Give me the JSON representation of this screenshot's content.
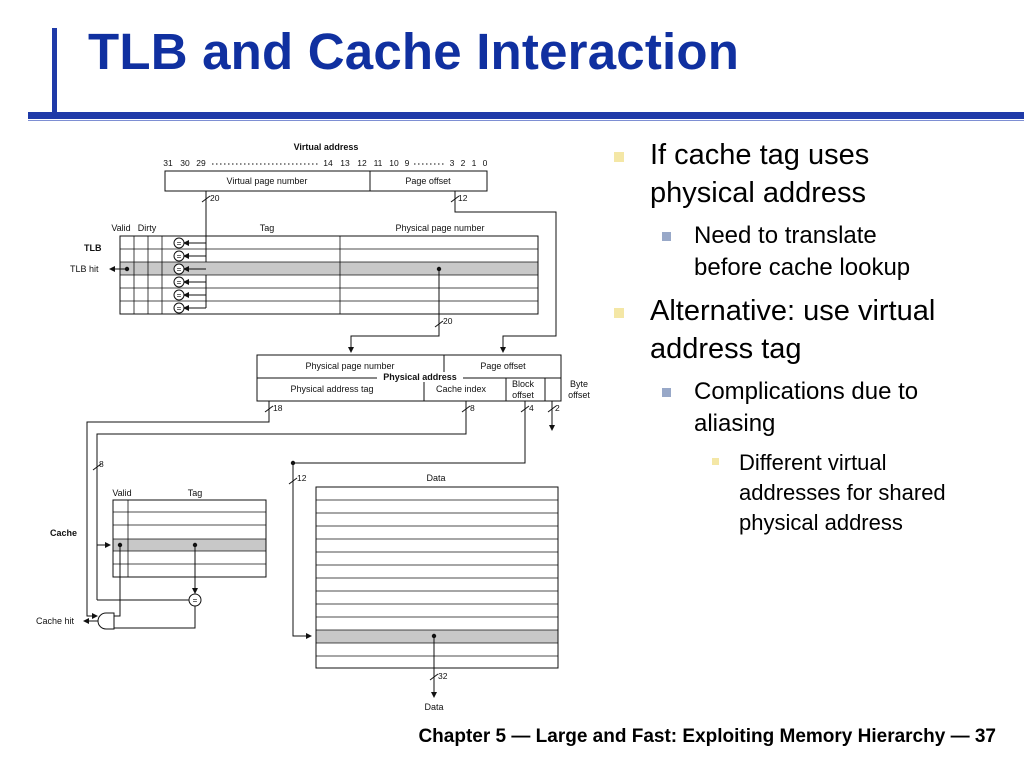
{
  "slide": {
    "title": "TLB and Cache Interaction",
    "footer": "Chapter 5 — Large and Fast: Exploiting Memory Hierarchy — 37"
  },
  "bullets": {
    "b1": [
      "If cache tag uses",
      "physical address"
    ],
    "b1_1": [
      "Need to translate",
      "before cache lookup"
    ],
    "b2": [
      "Alternative: use virtual",
      "address tag"
    ],
    "b2_1": [
      "Complications due to",
      "aliasing"
    ],
    "b2_1_1": [
      "Different virtual",
      "addresses for shared",
      "physical address"
    ]
  },
  "diagram": {
    "virtual_address": "Virtual address",
    "va_bits_left": [
      "31",
      "30",
      "29"
    ],
    "va_bits_mid": [
      "14",
      "13",
      "12",
      "11",
      "10",
      "9"
    ],
    "va_bits_right": [
      "3",
      "2",
      "1",
      "0"
    ],
    "virtual_page_number": "Virtual page number",
    "page_offset": "Page offset",
    "vpn_width": "20",
    "offset_width": "12",
    "col_valid": "Valid",
    "col_dirty": "Dirty",
    "col_tag": "Tag",
    "col_ppn": "Physical page number",
    "tlb_label": "TLB",
    "tlb_hit": "TLB hit",
    "compare_symbol": "=",
    "ppn_width": "20",
    "pa_ppn": "Physical page number",
    "pa_page_offset": "Page offset",
    "physical_address": "Physical address",
    "pa_tag": "Physical address tag",
    "cache_index": "Cache index",
    "block_offset": [
      "Block",
      "offset"
    ],
    "byte_offset": [
      "Byte",
      "offset"
    ],
    "w_tag": "18",
    "w_index": "8",
    "w_block": "4",
    "w_byte": "2",
    "w_index_branch": "8",
    "w_data_index": "12",
    "cache_valid": "Valid",
    "cache_tag": "Tag",
    "data_label": "Data",
    "cache_label": "Cache",
    "cache_hit": "Cache hit",
    "data_width": "32",
    "data_out": "Data"
  }
}
